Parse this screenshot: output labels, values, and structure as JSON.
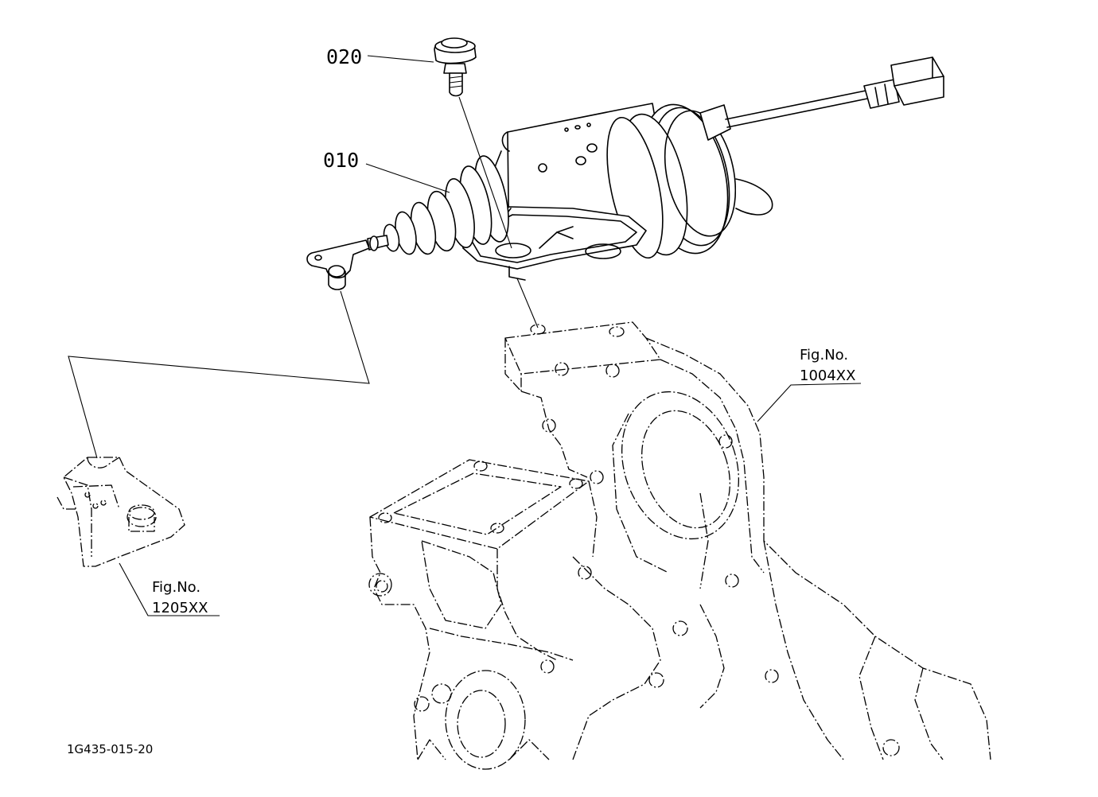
{
  "parts": [
    {
      "number": "020",
      "name": "bolt"
    },
    {
      "number": "010",
      "name": "actuator"
    }
  ],
  "references": [
    {
      "fig_label": "Fig.No.",
      "fig_number": "1004XX"
    },
    {
      "fig_label": "Fig.No.",
      "fig_number": "1205XX"
    }
  ],
  "drawing_code": "1G435-015-20"
}
